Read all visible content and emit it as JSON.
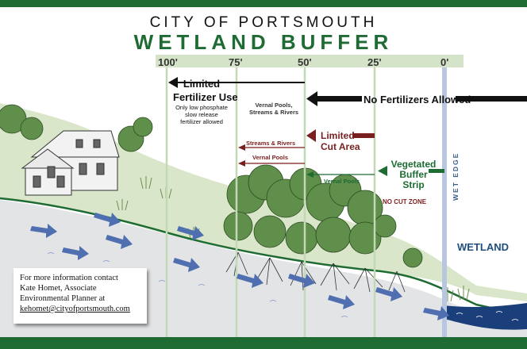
{
  "title": {
    "line1": "CITY OF PORTSMOUTH",
    "line2": "WETLAND BUFFER"
  },
  "distance_ticks": [
    "100'",
    "75'",
    "50'",
    "25'",
    "0'"
  ],
  "zones": {
    "limited_fertilizer": {
      "label": "Limited\nFertilizer Use",
      "note": "Only low phosphate\nslow release\nfertilizer allowed"
    },
    "no_fertilizers": {
      "label": "No Fertilizers Allowed",
      "vernal_note": "Vernal Pools,\nStreams & Rivers"
    },
    "limited_cut": {
      "label": "Limited\nCut Area",
      "streams_note": "Streams & Rivers",
      "vernal_note": "Vernal Pools"
    },
    "vegetated_buffer": {
      "label": "Vegetated\nBuffer\nStrip",
      "vernal_note": "Vernal Pools",
      "no_cut": "NO CUT ZONE"
    }
  },
  "wet_edge_label": "WET EDGE",
  "wetland_label": "WETLAND",
  "info_box": {
    "line1": "For more information contact",
    "line2": "Kate Homet, Associate",
    "line3": "Environmental Planner at",
    "email": "kehomet@cityofportsmouth.com"
  },
  "colors": {
    "brand_green": "#1e6b33",
    "ruler_band": "#d5e3c8",
    "arrow_black": "#111111",
    "arrow_red": "#7a1f1f",
    "arrow_green": "#1e6b33",
    "water_arrows": "#4f6fb0",
    "wetland_water": "#1a3f7a"
  }
}
